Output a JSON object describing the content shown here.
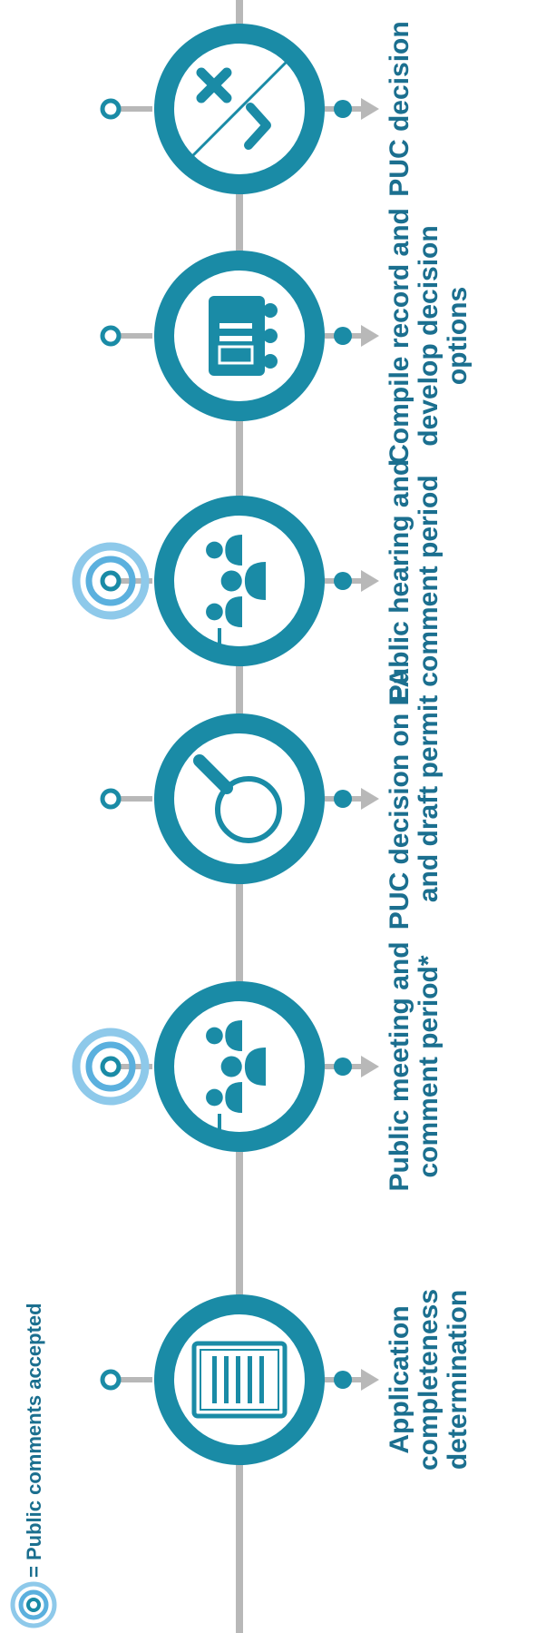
{
  "legend": {
    "label": "= Public comments accepted",
    "icon": "concentric-rings-icon"
  },
  "colors": {
    "ring": "#1a8ba6",
    "ring_inner": "#ffffff",
    "timeline": "#b8b8b8",
    "accent_dark": "#1b6f8f",
    "comment_light": "#8ec9ea",
    "comment_mid": "#5bb0de"
  },
  "steps": [
    {
      "label_lines": [
        "Application",
        "completeness",
        "determination"
      ],
      "icon": "document-barcode-icon",
      "public_comments": false
    },
    {
      "label_lines": [
        "Public meeting and",
        "comment period*"
      ],
      "icon": "people-group-icon",
      "public_comments": true
    },
    {
      "label_lines": [
        "PUC decision on EA",
        "and draft permit"
      ],
      "icon": "magnifying-glass-icon",
      "public_comments": false
    },
    {
      "label_lines": [
        "Public hearing and",
        "comment period"
      ],
      "icon": "people-group-icon",
      "public_comments": true
    },
    {
      "label_lines": [
        "Compile record and",
        "develop decision",
        "options"
      ],
      "icon": "file-box-icon",
      "public_comments": false
    },
    {
      "label_lines": [
        "PUC decision"
      ],
      "icon": "check-cross-icon",
      "public_comments": false
    }
  ]
}
